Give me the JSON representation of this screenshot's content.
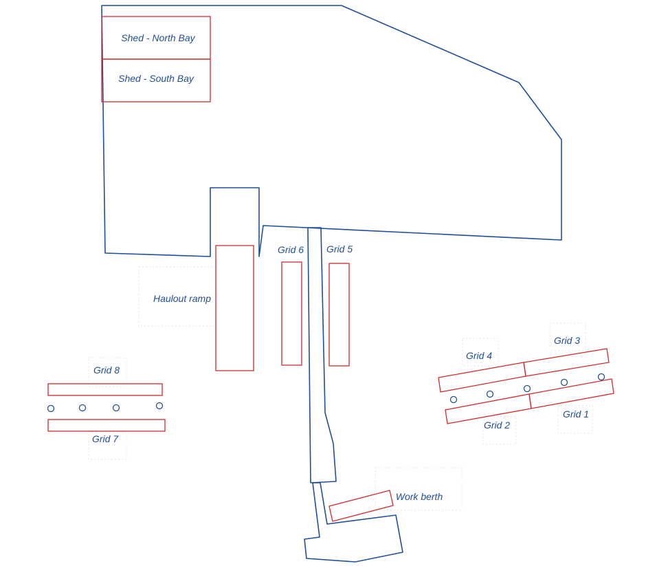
{
  "colors": {
    "outline": "#1f4e9a",
    "zone": "#d42a2a",
    "label": "#1f4e9a",
    "background": "#ffffff"
  },
  "labels": {
    "shed_north_bay": "Shed - North Bay",
    "shed_south_bay": "Shed - South Bay",
    "haulout_ramp": "Haulout ramp",
    "grid_1": "Grid 1",
    "grid_2": "Grid 2",
    "grid_3": "Grid 3",
    "grid_4": "Grid 4",
    "grid_5": "Grid 5",
    "grid_6": "Grid 6",
    "grid_7": "Grid 7",
    "grid_8": "Grid 8",
    "work_berth": "Work berth"
  }
}
